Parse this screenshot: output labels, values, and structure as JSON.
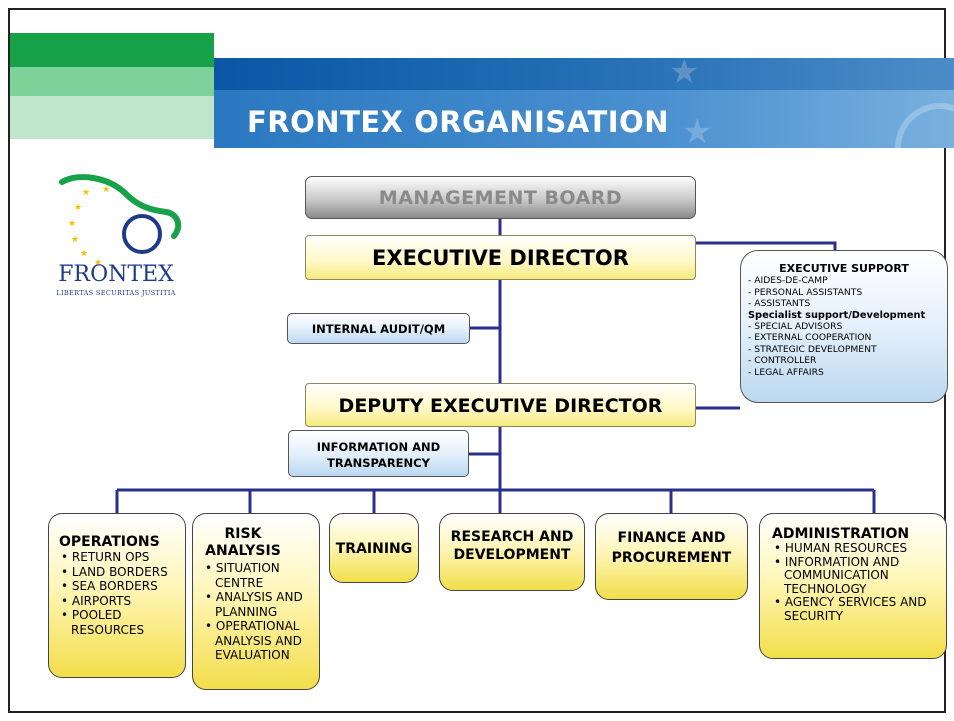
{
  "header": {
    "title": "FRONTEX ORGANISATION"
  },
  "logo": {
    "name": "FRONTEX",
    "motto": "LIBERTAS SECURITAS JUSTITIA"
  },
  "org": {
    "management_board": "MANAGEMENT BOARD",
    "executive_director": "EXECUTIVE DIRECTOR",
    "internal_audit": "INTERNAL AUDIT/QM",
    "deputy_executive_director": "DEPUTY EXECUTIVE DIRECTOR",
    "information": {
      "line1": "INFORMATION AND",
      "line2": "TRANSPARENCY"
    },
    "executive_support": {
      "title": "EXECUTIVE SUPPORT",
      "items": [
        "- AIDES-DE-CAMP",
        "- PERSONAL ASSISTANTS",
        "- ASSISTANTS"
      ],
      "specialist_title": "Specialist support/Development",
      "specialist_items": [
        "- SPECIAL ADVISORS",
        "- EXTERNAL COOPERATION",
        "- STRATEGIC DEVELOPMENT",
        "- CONTROLLER",
        "- LEGAL AFFAIRS"
      ]
    },
    "units": [
      {
        "title": "OPERATIONS",
        "items": [
          "RETURN OPS",
          "LAND BORDERS",
          "SEA BORDERS",
          "AIRPORTS",
          "POOLED RESOURCES"
        ]
      },
      {
        "title": "RISK ANALYSIS",
        "items": [
          "SITUATION CENTRE",
          "ANALYSIS AND PLANNING",
          "OPERATIONAL ANALYSIS AND EVALUATION"
        ]
      },
      {
        "title": "TRAINING",
        "items": []
      },
      {
        "title": "RESEARCH AND DEVELOPMENT",
        "items": []
      },
      {
        "title": "FINANCE AND PROCUREMENT",
        "items": []
      },
      {
        "title": "ADMINISTRATION",
        "items": [
          "HUMAN RESOURCES",
          "INFORMATION AND COMMUNICATION TECHNOLOGY",
          "AGENCY SERVICES AND SECURITY"
        ]
      }
    ]
  },
  "colors": {
    "green": "#17a24a",
    "blue": "#2a78c0",
    "line": "#2b2f8a",
    "unit_fill": "#f2de4a"
  }
}
